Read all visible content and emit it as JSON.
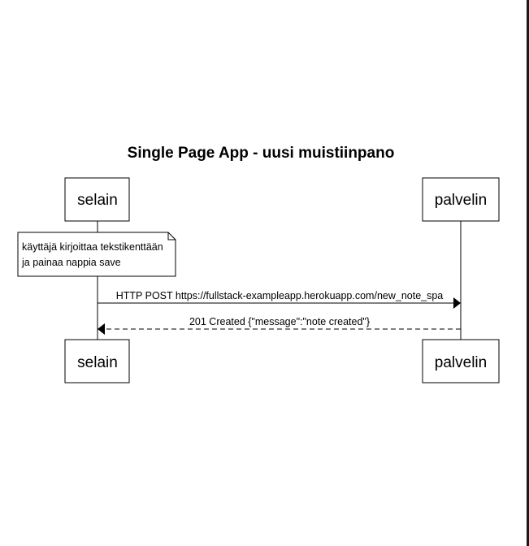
{
  "diagram": {
    "title": "Single Page App - uusi muistiinpano",
    "actors": [
      {
        "id": "selain",
        "label": "selain"
      },
      {
        "id": "palvelin",
        "label": "palvelin"
      }
    ],
    "note": {
      "over": "selain",
      "lines": [
        "käyttäjä kirjoittaa tekstikenttään",
        "ja painaa nappia save"
      ]
    },
    "messages": [
      {
        "from": "selain",
        "to": "palvelin",
        "style": "solid",
        "text": "HTTP POST https://fullstack-exampleapp.herokuapp.com/new_note_spa"
      },
      {
        "from": "palvelin",
        "to": "selain",
        "style": "dashed",
        "text": "201 Created {\"message\":\"note created\"}"
      }
    ]
  }
}
